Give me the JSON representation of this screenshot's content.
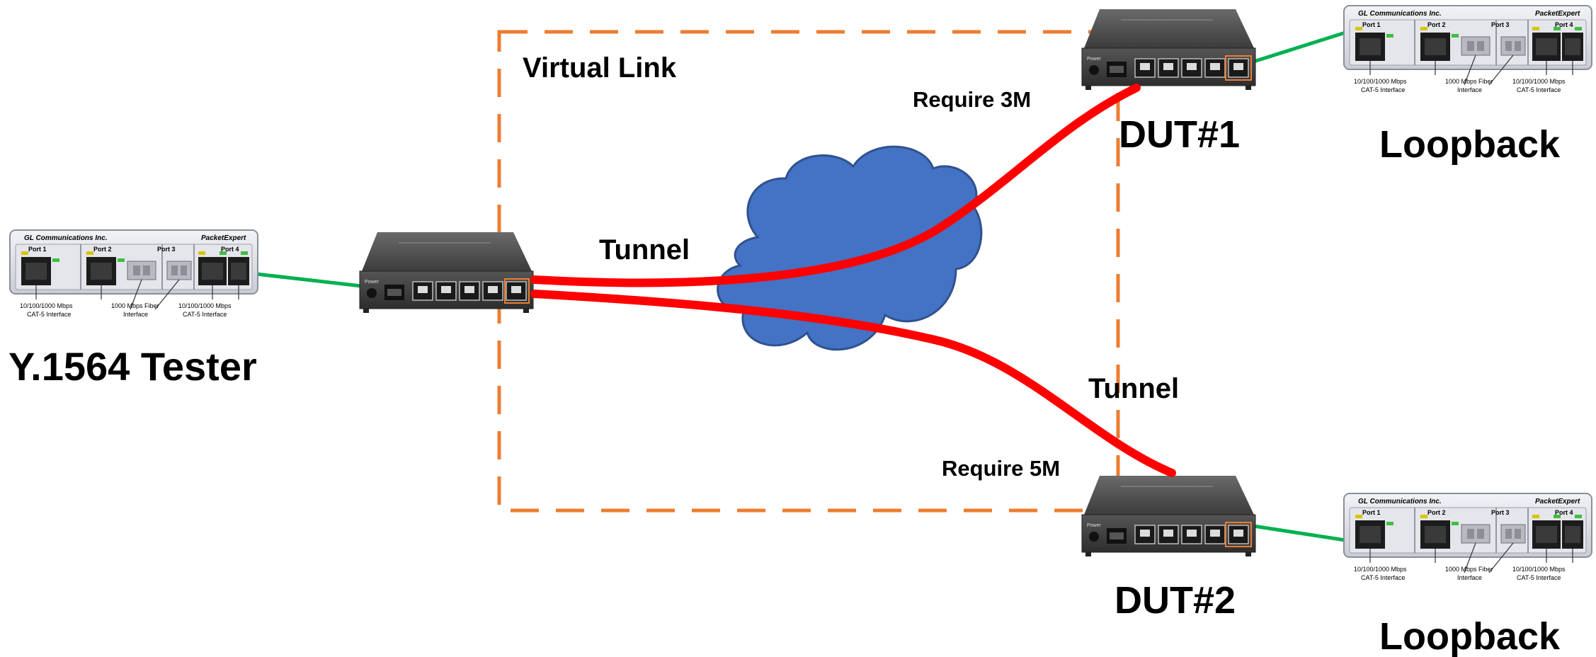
{
  "labels": {
    "virtual_link": "Virtual Link",
    "tunnel_top": "Tunnel",
    "tunnel_bottom": "Tunnel",
    "require_top": "Require 3M",
    "require_bottom": "Require 5M",
    "dut1": "DUT#1",
    "dut2": "DUT#2",
    "tester": "Y.1564 Tester",
    "loopback_top": "Loopback",
    "loopback_bottom": "Loopback"
  },
  "packetexpert": {
    "company": "GL Communications Inc.",
    "product": "PacketExpert",
    "ports": [
      "Port 1",
      "Port 2",
      "Port 3",
      "Port 4"
    ],
    "captions": {
      "left_line1": "10/100/1000 Mbps",
      "left_line2": "CAT-5 Interface",
      "mid_line1": "1000 Mbps Fiber",
      "mid_line2": "Interface",
      "right_line1": "10/100/1000 Mbps",
      "right_line2": "CAT-5 Interface"
    }
  },
  "colors": {
    "tunnel": "#ff0000",
    "virtual_link_border": "#ed7d31",
    "cloud_fill": "#4472c4",
    "cloud_stroke": "#2f528f",
    "ethernet_link": "#00b050",
    "router_body": "#4a4a4a"
  }
}
